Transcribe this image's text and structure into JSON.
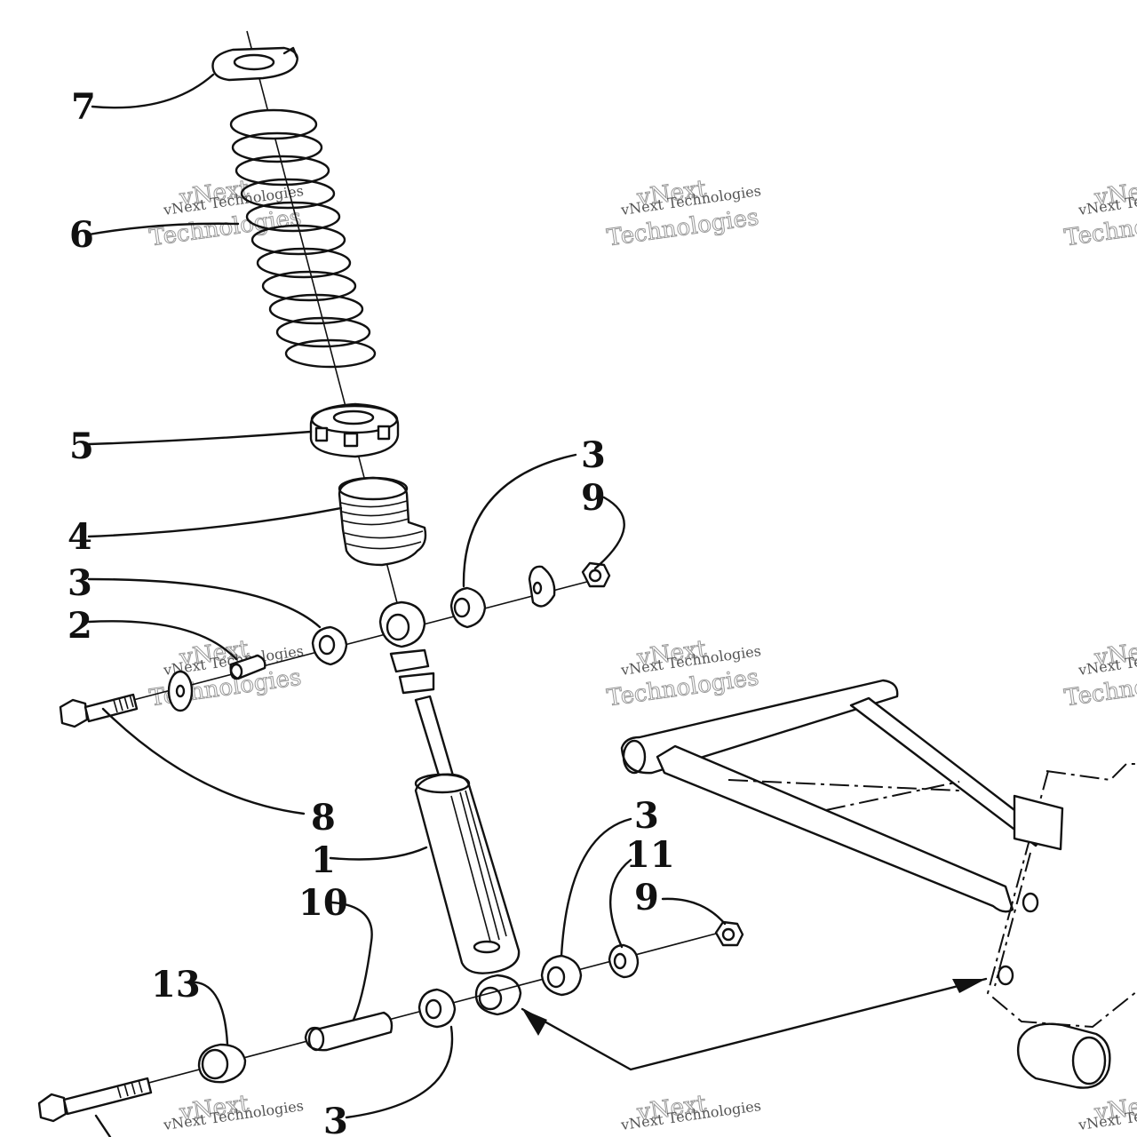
{
  "callouts": {
    "c1": "1",
    "c2": "2",
    "c3a": "3",
    "c3b": "3",
    "c3c": "3",
    "c3d": "3",
    "c4": "4",
    "c5": "5",
    "c6": "6",
    "c7": "7",
    "c8": "8",
    "c9a": "9",
    "c9b": "9",
    "c10": "10",
    "c11": "11",
    "c13": "13"
  },
  "watermark": {
    "line1": "vNext Technologies",
    "line2": "vNext",
    "line3": "Technologies"
  }
}
